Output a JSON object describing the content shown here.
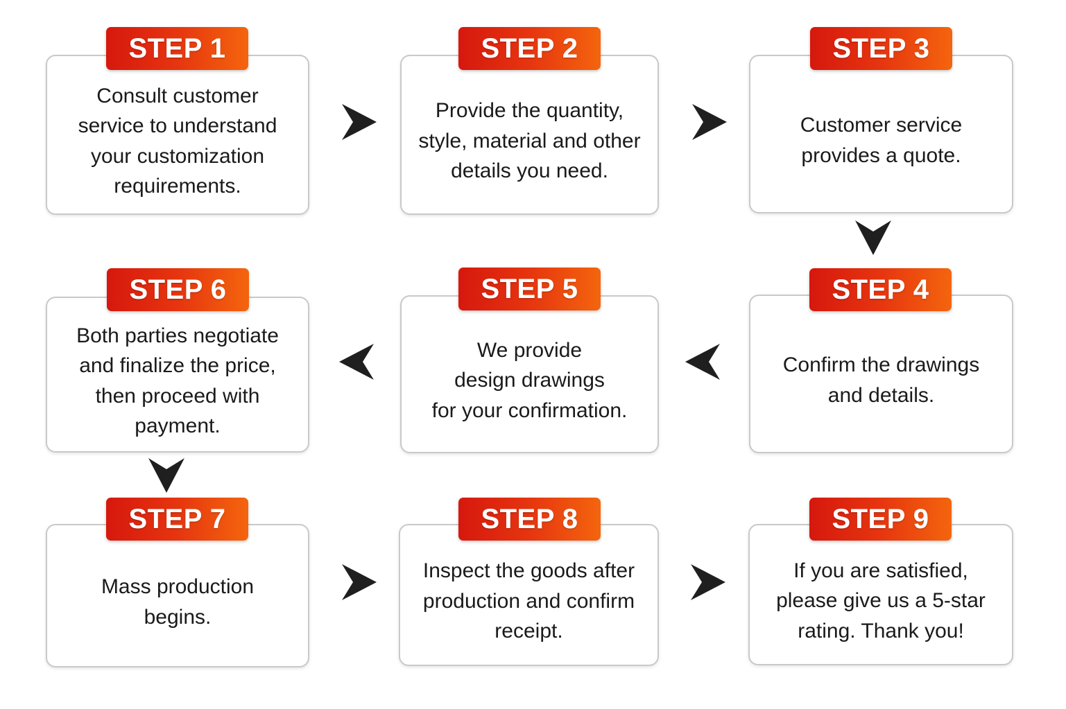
{
  "colors": {
    "badge_start": "#d6180e",
    "badge_end": "#f4650e",
    "card_border": "#c9c9c9",
    "text": "#1a1a1a",
    "arrow": "#1f1f1f"
  },
  "steps": [
    {
      "label": "STEP 1",
      "text": "Consult customer\nservice to understand\nyour customization\nrequirements."
    },
    {
      "label": "STEP 2",
      "text": "Provide the quantity,\nstyle, material and other\ndetails you need."
    },
    {
      "label": "STEP 3",
      "text": "Customer service\nprovides a quote."
    },
    {
      "label": "STEP 4",
      "text": "Confirm the drawings\nand details."
    },
    {
      "label": "STEP 5",
      "text": "We provide\ndesign drawings\nfor your confirmation."
    },
    {
      "label": "STEP 6",
      "text": "Both parties negotiate\nand finalize the price,\nthen proceed with\npayment."
    },
    {
      "label": "STEP 7",
      "text": "Mass production\nbegins."
    },
    {
      "label": "STEP 8",
      "text": "Inspect the goods after\nproduction and confirm\nreceipt."
    },
    {
      "label": "STEP 9",
      "text": "If you are satisfied,\nplease give us a 5-star\nrating. Thank you!"
    }
  ],
  "connectors": [
    {
      "from": "STEP 1",
      "to": "STEP 2",
      "icon": "arrow-right-icon"
    },
    {
      "from": "STEP 2",
      "to": "STEP 3",
      "icon": "arrow-right-icon"
    },
    {
      "from": "STEP 3",
      "to": "STEP 4",
      "icon": "arrow-down-icon"
    },
    {
      "from": "STEP 4",
      "to": "STEP 5",
      "icon": "arrow-left-icon"
    },
    {
      "from": "STEP 5",
      "to": "STEP 6",
      "icon": "arrow-left-icon"
    },
    {
      "from": "STEP 6",
      "to": "STEP 7",
      "icon": "arrow-down-icon"
    },
    {
      "from": "STEP 7",
      "to": "STEP 8",
      "icon": "arrow-right-icon"
    },
    {
      "from": "STEP 8",
      "to": "STEP 9",
      "icon": "arrow-right-icon"
    }
  ]
}
